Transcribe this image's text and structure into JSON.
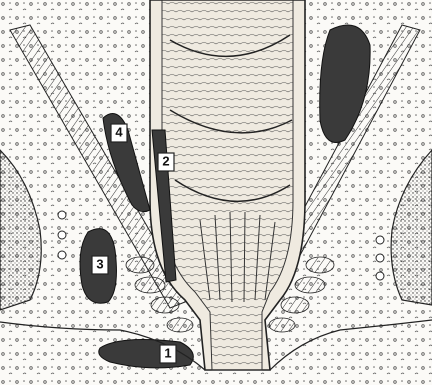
{
  "figure": {
    "labels": [
      {
        "id": "1",
        "text": "1"
      },
      {
        "id": "2",
        "text": "2"
      },
      {
        "id": "3",
        "text": "3"
      },
      {
        "id": "4",
        "text": "4"
      }
    ]
  },
  "colors": {
    "background": "#fbfaf7",
    "ink": "#222222",
    "abscess_fill": "#3a3a3a",
    "tissue_fill": "#e6e1d6"
  }
}
